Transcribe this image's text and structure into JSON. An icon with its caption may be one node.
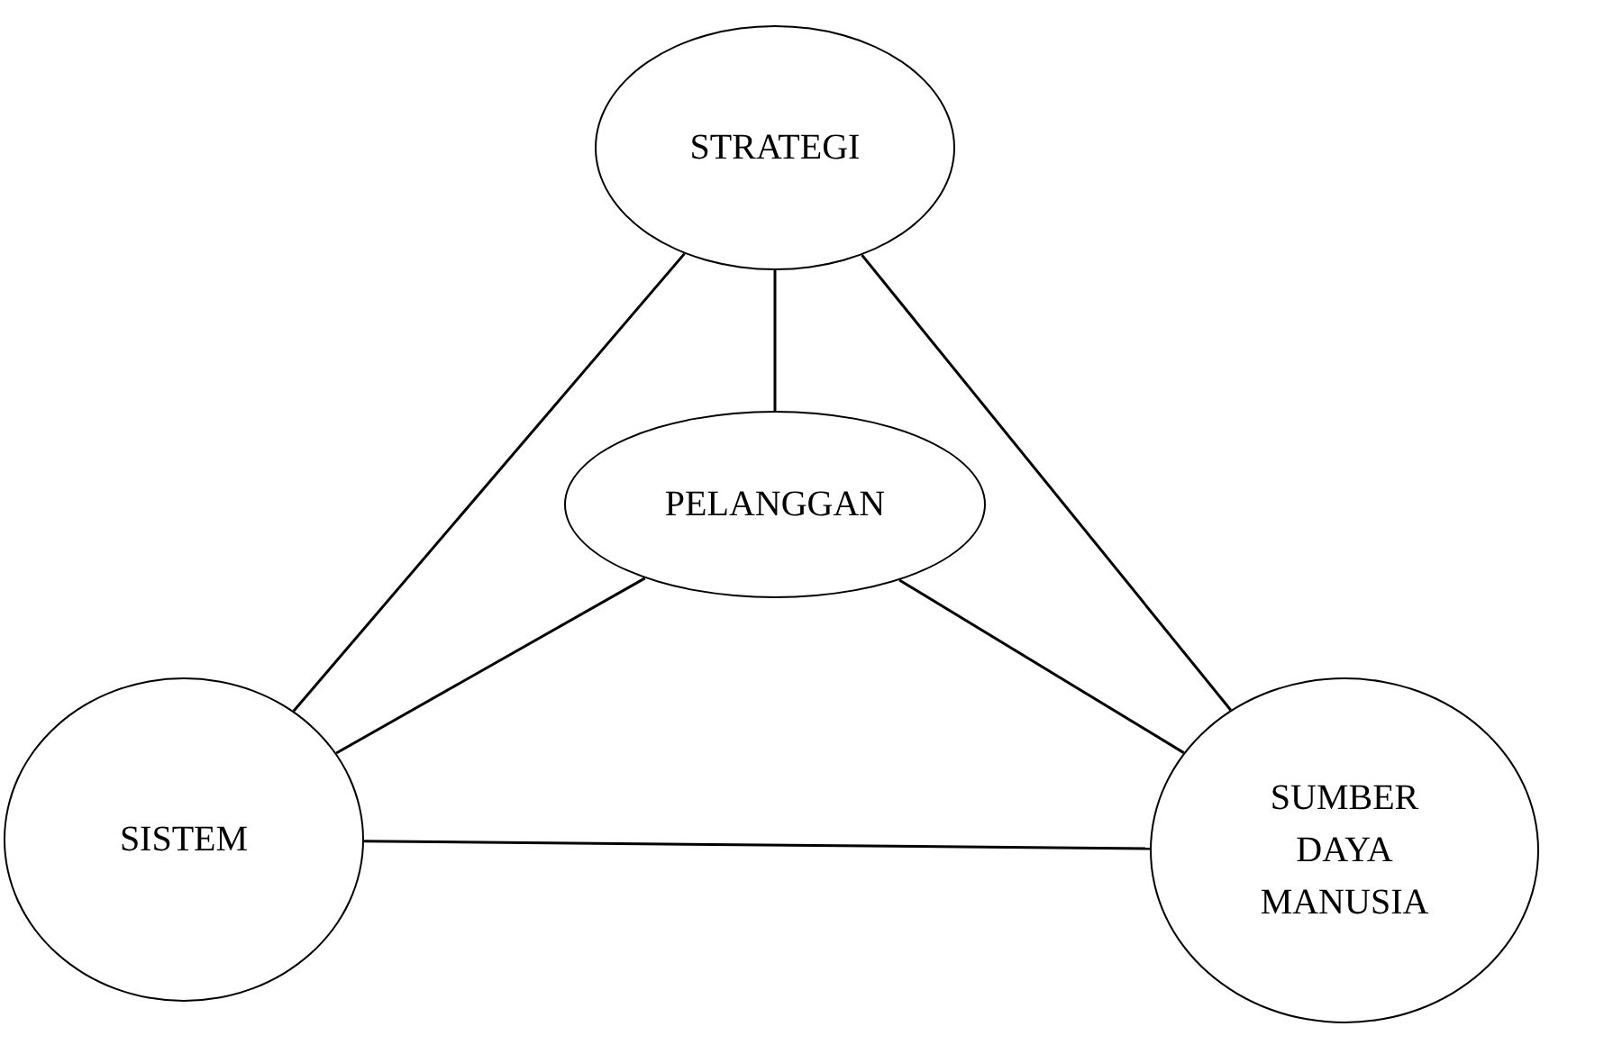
{
  "diagram": {
    "nodes": [
      {
        "text": [
          "STRATEGI"
        ]
      },
      {
        "text": [
          "PELANGGAN"
        ]
      },
      {
        "text": [
          "SISTEM"
        ]
      },
      {
        "text": [
          "SUMBER DAYA MANUSIA"
        ]
      }
    ],
    "edges": [
      {
        "from": 0,
        "to": 1,
        "arrow": "none"
      },
      {
        "from": 0,
        "to": 2,
        "arrow": "none"
      },
      {
        "from": 0,
        "to": 3,
        "arrow": "none"
      },
      {
        "from": 1,
        "to": 2,
        "arrow": "none"
      },
      {
        "from": 1,
        "to": 3,
        "arrow": "none"
      },
      {
        "from": 2,
        "to": 3,
        "arrow": "none"
      }
    ]
  }
}
